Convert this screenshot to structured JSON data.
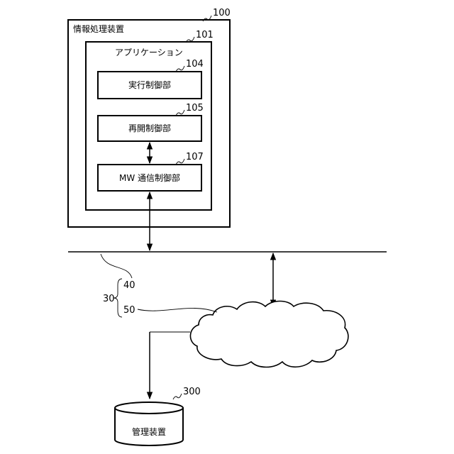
{
  "device": {
    "label": "情報処理装置",
    "ref": "100"
  },
  "application": {
    "label": "アプリケーション",
    "ref": "101"
  },
  "execution_control": {
    "label": "実行制御部",
    "ref": "104"
  },
  "resume_control": {
    "label": "再開制御部",
    "ref": "105"
  },
  "mw_comm_control": {
    "label": "MW 通信制御部",
    "ref": "107"
  },
  "network": {
    "group_ref": "30",
    "bus_ref": "40",
    "cloud_ref": "50"
  },
  "management": {
    "label": "管理装置",
    "ref": "300"
  }
}
